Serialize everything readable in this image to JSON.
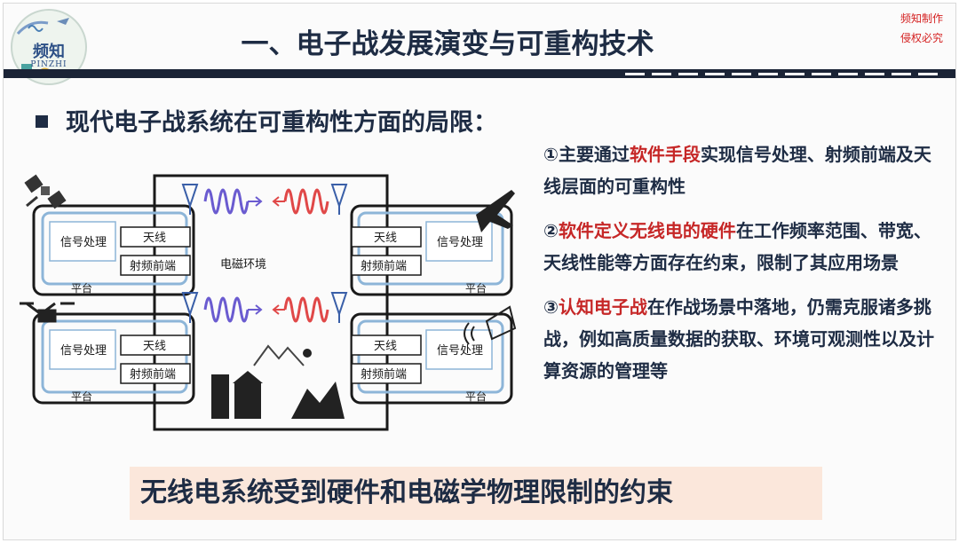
{
  "logo": {
    "name": "频知",
    "subtitle": "PINZHI"
  },
  "header": {
    "title": "一、电子战发展演变与可重构技术"
  },
  "watermark": {
    "line1": "频知制作",
    "line2": "侵权必究"
  },
  "section": {
    "heading": "现代电子战系统在可重构性方面的局限："
  },
  "diagram": {
    "env_label": "电磁环境",
    "signal_label": "信号处理",
    "antenna_label": "天线",
    "rf_label": "射频前端",
    "platform_label": "平台"
  },
  "points": [
    {
      "num": "①",
      "pre": "主要通过",
      "hl": "软件手段",
      "post": "实现信号处理、射频前端及天线层面的可重构性"
    },
    {
      "num": "②",
      "pre": "",
      "hl": "软件定义无线电的硬件",
      "post": "在工作频率范围、带宽、天线性能等方面存在约束，限制了其应用场景"
    },
    {
      "num": "③",
      "pre": "",
      "hl": "认知电子战",
      "post": "在作战场景中落地，仍需克服诸多挑战，例如高质量数据的获取、环境可观测性以及计算资源的管理等"
    }
  ],
  "conclusion": "无线电系统受到硬件和电磁学物理限制的约束",
  "colors": {
    "highlight": "#c62727",
    "title": "#1e2c44",
    "band": "#1b2436",
    "conclusion_bg": "#fbe7db"
  }
}
